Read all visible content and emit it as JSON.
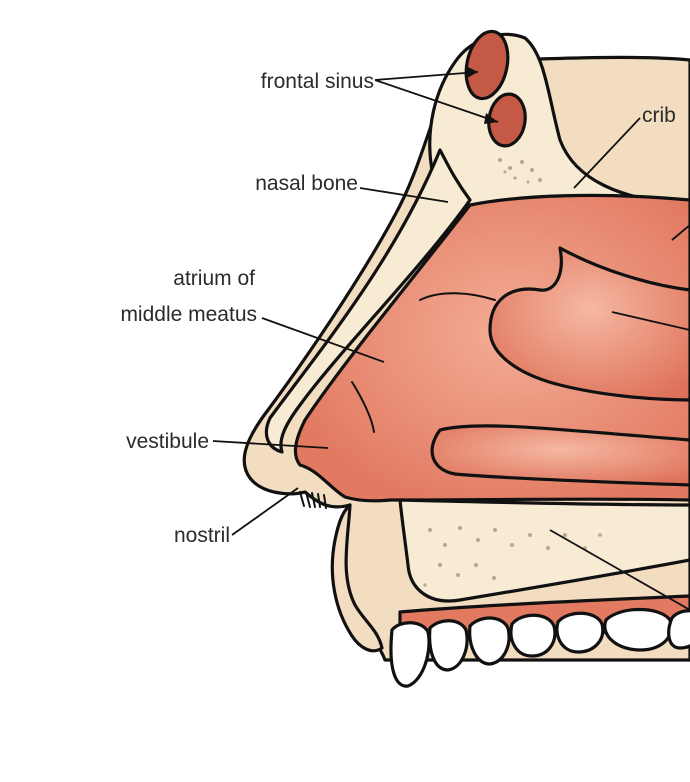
{
  "labels": {
    "frontal_sinus": "frontal sinus",
    "cribriform_partial": "crib",
    "nasal_bone": "nasal bone",
    "atrium_line1": "atrium of",
    "atrium_line2": "middle meatus",
    "vestibule": "vestibule",
    "nostril": "nostril"
  },
  "colors": {
    "skin": "#f2ddc0",
    "bone": "#f7ebd4",
    "mucosa": "#e27a62",
    "mucosa_light": "#f0a48c",
    "sinus": "#c45a45",
    "outline": "#111111",
    "label_text": "#2b2b2b"
  }
}
